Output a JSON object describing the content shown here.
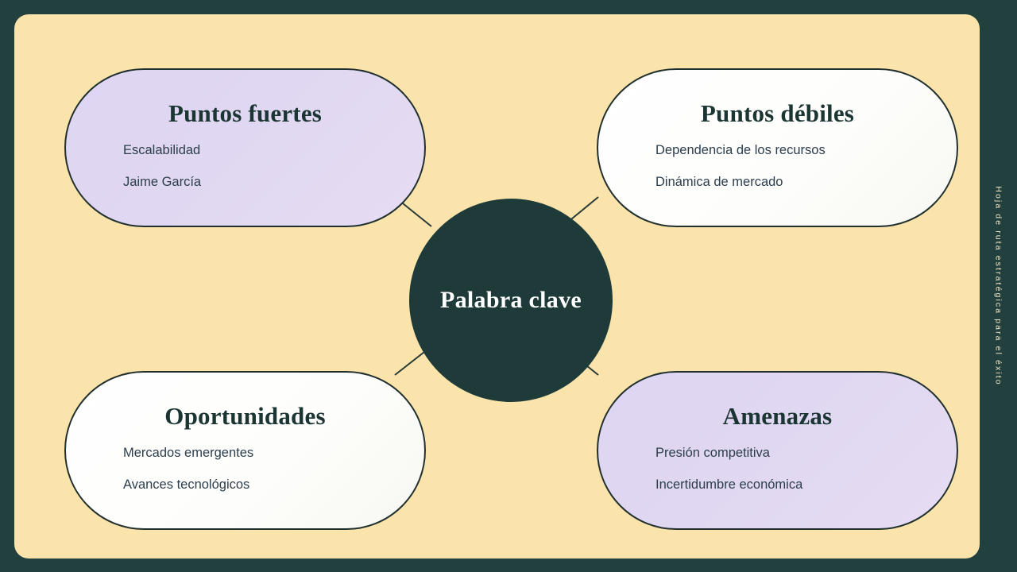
{
  "slide": {
    "background_color": "#21403e",
    "card_color": "#fae4ab",
    "accent_dark": "#1e3b39",
    "lavender": "#ded5f2",
    "white_node": "#ffffff",
    "side_caption": "Hoja de ruta estratégica para el éxito"
  },
  "center": {
    "label": "Palabra clave"
  },
  "nodes": {
    "strengths": {
      "title": "Puntos fuertes",
      "items": [
        "Escalabilidad",
        "Jaime García"
      ],
      "fill": "#ded5f2"
    },
    "weaknesses": {
      "title": "Puntos débiles",
      "items": [
        "Dependencia de los recursos",
        "Dinámica de mercado"
      ],
      "fill": "#ffffff"
    },
    "opportunities": {
      "title": "Oportunidades",
      "items": [
        "Mercados emergentes",
        "Avances tecnológicos"
      ],
      "fill": "#ffffff"
    },
    "threats": {
      "title": "Amenazas",
      "items": [
        "Presión competitiva",
        "Incertidumbre económica"
      ],
      "fill": "#ded5f2"
    }
  }
}
